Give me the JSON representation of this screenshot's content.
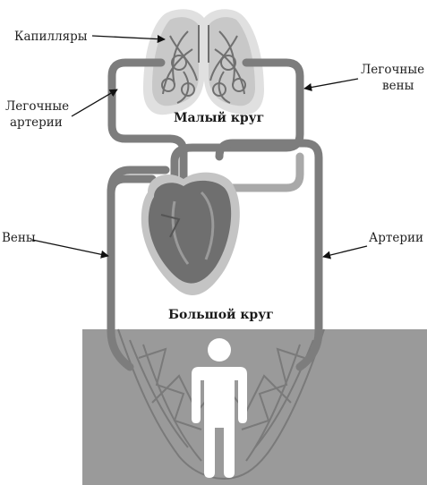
{
  "labels": {
    "capillaries": "Капилляры",
    "pulmonary_veins": [
      "Легочные",
      "вены"
    ],
    "pulmonary_arteries": [
      "Легочные",
      "артерии"
    ],
    "small_circle": "Малый круг",
    "veins": "Вены",
    "arteries": "Артерии",
    "big_circle": "Большой круг"
  },
  "colors": {
    "vessel_dark": "#7d7d7d",
    "vessel_light": "#a9a9a9",
    "body_box": "#9a9a9a",
    "lung_fill": "#c8c8c8",
    "lung_halo": "#e0e0e0",
    "heart_fill": "#6f6f6f",
    "heart_halo": "#c4c4c4",
    "person": "#ffffff"
  },
  "icons": {
    "lungs": "lungs-icon",
    "heart": "heart-icon",
    "person": "person-icon"
  }
}
